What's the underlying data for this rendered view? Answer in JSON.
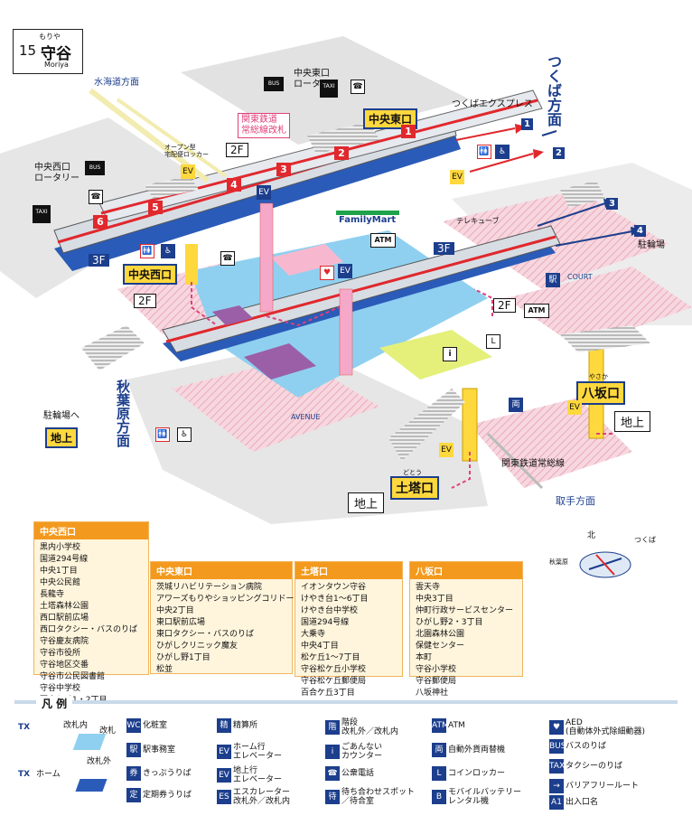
{
  "station": {
    "ruby": "もりや",
    "number": "15",
    "name": "守谷",
    "romaji": "Moriya"
  },
  "directions": {
    "suikaido": "水海道方面",
    "tsukuba": "つくば方面",
    "akihabara": "秋葉原方面",
    "toride": "取手方面",
    "tsukuba_express": "つくばエクスプレス",
    "kanto_line": "関東鉄道常総線",
    "kanto_gate": "関東鉄道\n常総線改札"
  },
  "labels": {
    "chuo_east_rotary": "中央東口\nロータリー",
    "chuo_west_rotary": "中央西口\nロータリー",
    "open_locker": "オープン型\n宅配便ロッカー",
    "telecube": "テレキューブ",
    "parking_right": "駐輪場",
    "parking_left": "駐輪場へ",
    "familymart": "FamilyMart",
    "court": "COURT",
    "avenue": "AVENUE",
    "yasaka_ruby": "やさか",
    "dotou_ruby": "どとう"
  },
  "floors": {
    "f2": "2F",
    "f3": "3F"
  },
  "exits": {
    "chuo_higashi": "中央東口",
    "chuo_nishi": "中央西口",
    "yasaka": "八坂口",
    "dotou": "土塔口",
    "ground": "地上"
  },
  "platform_numbers": {
    "p1": "1",
    "p2": "2",
    "p3": "3",
    "p4": "4"
  },
  "car_numbers": {
    "c1": "1",
    "c2": "2",
    "c3": "3",
    "c4": "4",
    "c5": "5",
    "c6": "6"
  },
  "icons": {
    "atm": "ATM",
    "taxi": "TAXI"
  },
  "panels": {
    "west": {
      "title": "中央西口",
      "items": [
        "黒内小学校",
        "国道294号線",
        "中央1丁目",
        "中央公民館",
        "長龍寺",
        "土塔森林公園",
        "西口駅前広場",
        "西口タクシー・バスのりば",
        "守谷慶友病院",
        "守谷市役所",
        "守谷地区交番",
        "守谷市公民図書館",
        "守谷中学校",
        "百合ケ丘1・2丁目"
      ]
    },
    "east": {
      "title": "中央東口",
      "items": [
        "茨城リハビリテーション病院",
        "アワーズもりやショッピングコリドー",
        "中央2丁目",
        "東口駅前広場",
        "東口タクシー・バスのりば",
        "ひがしクリニック魔友",
        "ひがし野1丁目",
        "松並"
      ]
    },
    "dotou": {
      "title": "土塔口",
      "items": [
        "イオンタウン守谷",
        "けやき台1〜6丁目",
        "けやき台中学校",
        "国道294号線",
        "大乗寺",
        "中央4丁目",
        "松ケ丘1〜7丁目",
        "守谷松ケ丘小学校",
        "守谷松ケ丘郵便局",
        "百合ケ丘3丁目"
      ]
    },
    "yasaka": {
      "title": "八坂口",
      "items": [
        "雲天寺",
        "中央3丁目",
        "仲町行政サービスセンター",
        "ひがし野2・3丁目",
        "北園森林公園",
        "保健センター",
        "本町",
        "守谷小学校",
        "守谷郵便局",
        "八坂神社"
      ]
    }
  },
  "compass": {
    "north": "北",
    "tsukuba": "つくば",
    "akihabara": "秋葉原"
  },
  "legend": {
    "title": "凡 例",
    "gate_inside": "改札内",
    "gate": "改札",
    "gate_outside": "改札外",
    "home": "ホーム",
    "items": [
      {
        "icon": "toilet-icon",
        "glyph": "WC",
        "text": "化粧室"
      },
      {
        "icon": "station-office-icon",
        "glyph": "駅",
        "text": "駅事務室"
      },
      {
        "icon": "ticket-icon",
        "glyph": "券",
        "text": "きっぷうりば"
      },
      {
        "icon": "pass-ticket-icon",
        "glyph": "定",
        "text": "定期券うりば"
      },
      {
        "icon": "fare-adjust-icon",
        "glyph": "精",
        "text": "精算所"
      },
      {
        "icon": "platform-elevator-icon",
        "glyph": "EV",
        "text": "ホーム行\nエレベーター"
      },
      {
        "icon": "ground-elevator-icon",
        "glyph": "EV",
        "text": "地上行\nエレベーター"
      },
      {
        "icon": "escalator-icon",
        "glyph": "ES",
        "text": "エスカレーター\n改札外／改札内"
      },
      {
        "icon": "stairs-icon",
        "glyph": "階",
        "text": "階段\n改札外／改札内"
      },
      {
        "icon": "info-icon",
        "glyph": "i",
        "text": "ごあんない\nカウンター"
      },
      {
        "icon": "phone-icon",
        "glyph": "☎",
        "text": "公衆電話"
      },
      {
        "icon": "waiting-icon",
        "glyph": "待",
        "text": "待ち合わせスポット\n／待合室"
      },
      {
        "icon": "atm-icon",
        "glyph": "ATM",
        "text": "ATM"
      },
      {
        "icon": "exchange-icon",
        "glyph": "両",
        "text": "自動外貨両替機"
      },
      {
        "icon": "locker-icon",
        "glyph": "L",
        "text": "コインロッカー"
      },
      {
        "icon": "battery-icon",
        "glyph": "B",
        "text": "モバイルバッテリー\nレンタル機"
      },
      {
        "icon": "aed-icon",
        "glyph": "♥",
        "text": "AED\n(自動体外式除細動器)"
      },
      {
        "icon": "bus-icon",
        "glyph": "BUS",
        "text": "バスのりば"
      },
      {
        "icon": "taxi-icon",
        "glyph": "TAXI",
        "text": "タクシーのりば"
      },
      {
        "icon": "barrier-free-icon",
        "glyph": "→",
        "text": "バリアフリールート"
      },
      {
        "icon": "exit-number-icon",
        "glyph": "A1",
        "text": "出入口名"
      }
    ]
  },
  "colors": {
    "navy": "#1c3e8c",
    "red": "#e0282d",
    "pink": "#e0407a",
    "yellow": "#ffd83d",
    "orange": "#f39a1e",
    "skyblue": "#8fd0f0"
  }
}
